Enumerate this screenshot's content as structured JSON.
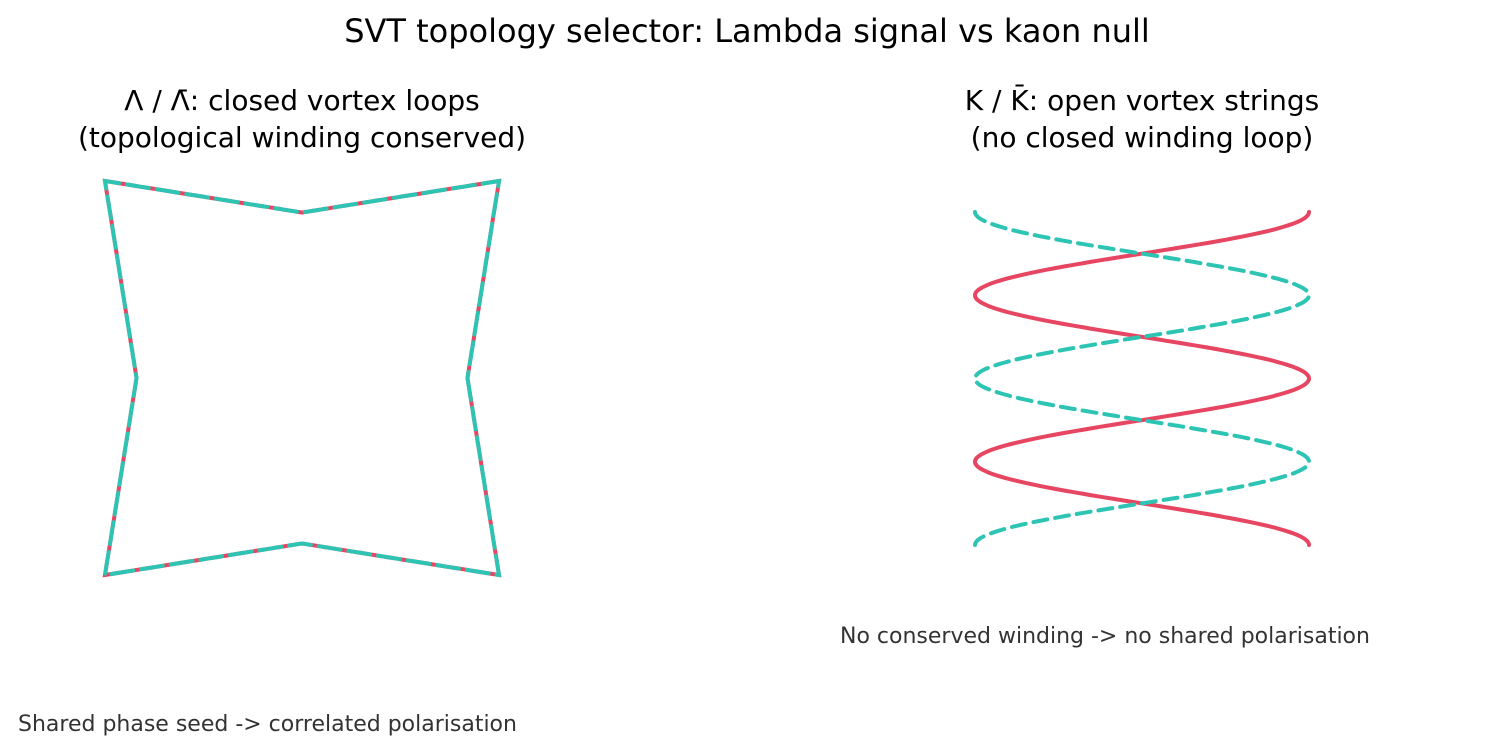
{
  "title": "SVT topology selector: Lambda signal vs kaon null",
  "left_panel": {
    "title_line1": "Λ / Λ̄: closed vortex loops",
    "title_line2": "(topological winding conserved)",
    "note": "Shared phase seed -> correlated polarisation"
  },
  "right_panel": {
    "title_line1": "K / K̄: open vortex strings",
    "title_line2": "(no closed winding loop)",
    "note": "No conserved winding -> no shared polarisation"
  },
  "colors": {
    "red": "#e64661",
    "teal": "#2ec4b4"
  }
}
